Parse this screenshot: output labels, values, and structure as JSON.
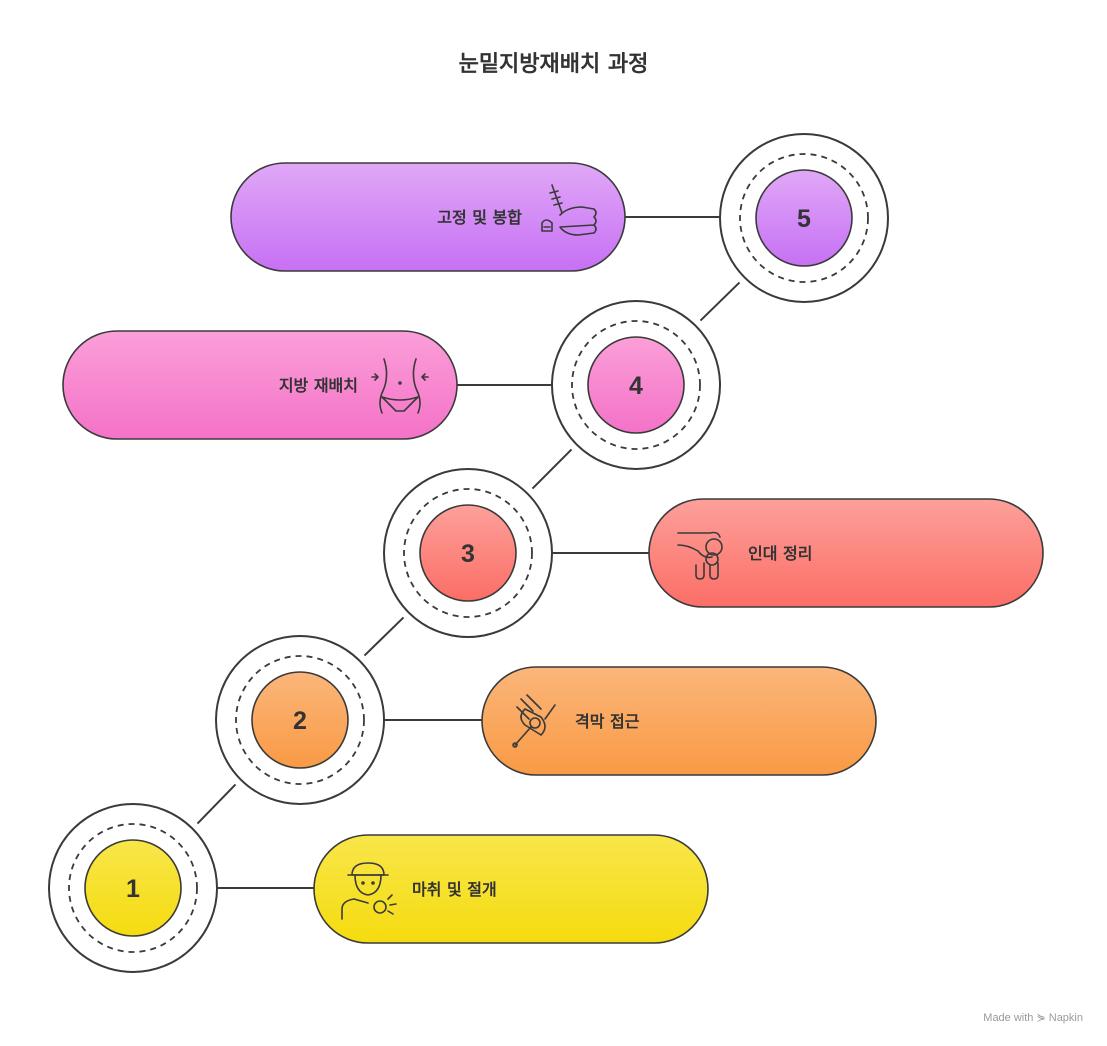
{
  "title": "눈밑지방재배치 과정",
  "footer": "Made with ⋟ Napkin",
  "steps": [
    {
      "number": "1",
      "label": "마취 및 절개",
      "icon": "doctor-anesthesia-icon",
      "color_top": "#f8e64a",
      "color_bottom": "#f5dc10"
    },
    {
      "number": "2",
      "label": "격막 접근",
      "icon": "hand-probe-icon",
      "color_top": "#fbb67a",
      "color_bottom": "#f99a45"
    },
    {
      "number": "3",
      "label": "인대 정리",
      "icon": "hand-knot-icon",
      "color_top": "#fda09a",
      "color_bottom": "#fb6e66"
    },
    {
      "number": "4",
      "label": "지방 재배치",
      "icon": "waist-reshape-icon",
      "color_top": "#fb9fd8",
      "color_bottom": "#f472c8"
    },
    {
      "number": "5",
      "label": "고정 및 봉합",
      "icon": "hand-syringe-icon",
      "color_top": "#e0a8f7",
      "color_bottom": "#c770f4"
    }
  ]
}
